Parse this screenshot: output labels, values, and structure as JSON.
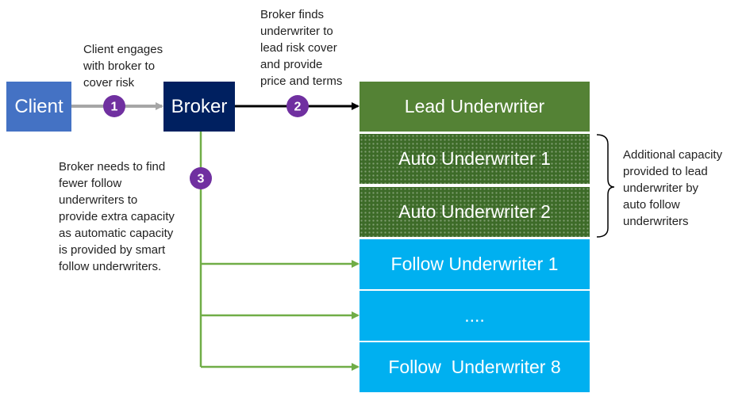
{
  "nodes": {
    "client": "Client",
    "broker": "Broker",
    "lead": "Lead Underwriter",
    "auto1": "Auto Underwriter 1",
    "auto2": "Auto Underwriter 2",
    "follow1": "Follow Underwriter 1",
    "ellipsis": "....",
    "follow8": "Follow  Underwriter 8"
  },
  "steps": [
    "1",
    "2",
    "3"
  ],
  "notes": {
    "step1": "Client engages\nwith broker to\ncover risk",
    "step2": "Broker finds\nunderwriter to\nlead risk cover\nand provide\nprice and terms",
    "step3": "Broker needs to find\nfewer follow\nunderwriters to\nprovide extra capacity\nas automatic capacity\nis provided by smart\nfollow underwriters.",
    "bracket": "Additional capacity\nprovided to lead\nunderwriter by\nauto follow\nunderwriters"
  },
  "colors": {
    "client": "#4472c4",
    "broker": "#002060",
    "lead": "#548235",
    "auto": "#3d6b28",
    "follow": "#00b0f0",
    "badge": "#7030a0",
    "connector": "#70ad47"
  }
}
